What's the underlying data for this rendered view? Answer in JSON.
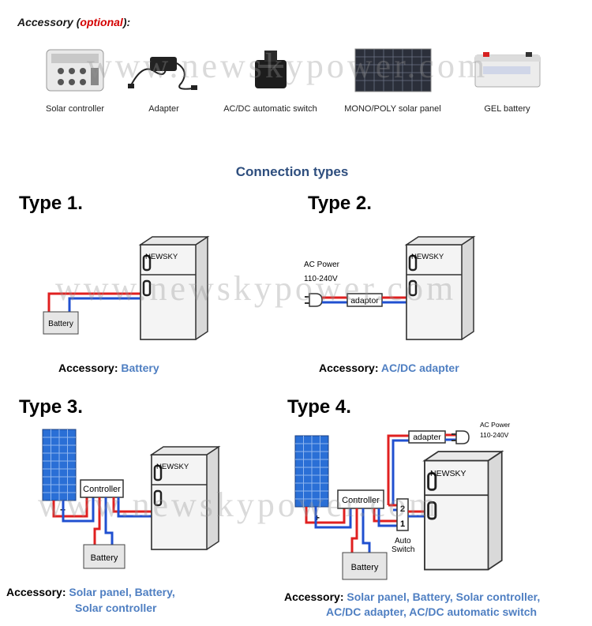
{
  "accessory_header": {
    "prefix": "Accessory (",
    "optional": "optional",
    "suffix": "):"
  },
  "accessories": [
    {
      "caption": "Solar controller",
      "icon": "solar-controller-icon"
    },
    {
      "caption": "Adapter",
      "icon": "adapter-icon"
    },
    {
      "caption": "AC/DC automatic switch",
      "icon": "ac-dc-switch-icon"
    },
    {
      "caption": "MONO/POLY  solar panel",
      "icon": "solar-panel-icon"
    },
    {
      "caption": "GEL battery",
      "icon": "gel-battery-icon"
    }
  ],
  "connection_title": "Connection types",
  "types": [
    {
      "title": "Type 1.",
      "accessory_label": "Accessory:",
      "accessory_value": "Battery"
    },
    {
      "title": "Type 2.",
      "accessory_label": "Accessory:",
      "accessory_value": "AC/DC adapter"
    },
    {
      "title": "Type 3.",
      "accessory_label": "Accessory:",
      "accessory_value_1": "Solar panel, Battery,",
      "accessory_value_2": "Solar controller"
    },
    {
      "title": "Type 4.",
      "accessory_label": "Accessory:",
      "accessory_value_1": "Solar panel, Battery, Solar controller,",
      "accessory_value_2": "AC/DC adapter, AC/DC automatic switch"
    }
  ],
  "diagram_labels": {
    "fridge_brand": "NEWSKY",
    "battery": "Battery",
    "adaptor": "adaptor",
    "adapter": "adapter",
    "ac_power": "AC Power",
    "voltage": "110-240V",
    "controller": "Controller",
    "auto_switch_1": "Auto",
    "auto_switch_2": "Switch",
    "switch_pos_2": "2",
    "switch_pos_1": "1",
    "plus": "+"
  },
  "watermark": {
    "text_top": "www.newskypower.com",
    "text_mid": "www.newskypower.com",
    "text_bottom": "www.newskypower.com"
  },
  "colors": {
    "wire_red": "#e02020",
    "wire_blue": "#2050d0",
    "heading_blue": "#2e4e7e",
    "accent_blue": "#4f7fc2",
    "optional_red": "#d40000"
  }
}
